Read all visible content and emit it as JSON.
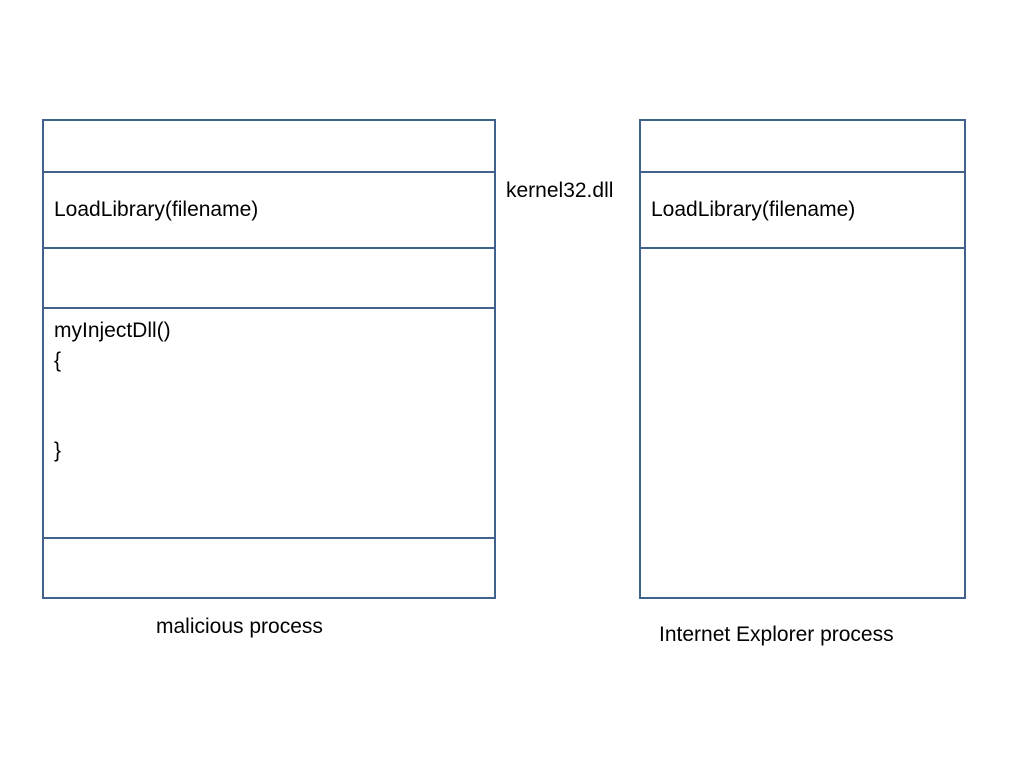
{
  "malicious_process": {
    "caption": "malicious process",
    "load_library": "LoadLibrary(filename)",
    "code_lines": [
      "myInjectDll()",
      "{",
      "",
      "",
      "}"
    ]
  },
  "kernel_label": "kernel32.dll",
  "ie_process": {
    "caption": "Internet Explorer process",
    "load_library": "LoadLibrary(filename)"
  },
  "colors": {
    "box_border": "#41628c",
    "text": "#000000",
    "background": "#ffffff"
  }
}
